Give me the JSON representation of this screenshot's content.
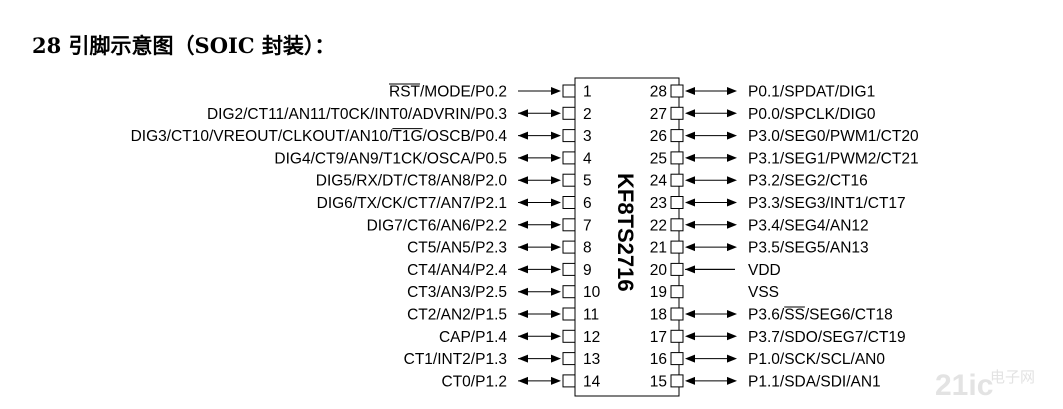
{
  "heading": "28 引脚示意图（SOIC 封装）：",
  "chip_name": "KF8TS2716",
  "watermark": {
    "logo": "21ic",
    "text": "电子网"
  },
  "left_pins": [
    {
      "num": "1",
      "label": "RST/MODE/P0.2",
      "dir": "in"
    },
    {
      "num": "2",
      "label": "DIG2/CT11/AN11/T0CK/INT0/ADVRIN/P0.3",
      "dir": "bi"
    },
    {
      "num": "3",
      "label": "DIG3/CT10/VREOUT/CLKOUT/AN10/T1G/OSCB/P0.4",
      "dir": "bi"
    },
    {
      "num": "4",
      "label": "DIG4/CT9/AN9/T1CK/OSCA/P0.5",
      "dir": "bi"
    },
    {
      "num": "5",
      "label": "DIG5/RX/DT/CT8/AN8/P2.0",
      "dir": "bi"
    },
    {
      "num": "6",
      "label": "DIG6/TX/CK/CT7/AN7/P2.1",
      "dir": "bi"
    },
    {
      "num": "7",
      "label": "DIG7/CT6/AN6/P2.2",
      "dir": "bi"
    },
    {
      "num": "8",
      "label": "CT5/AN5/P2.3",
      "dir": "bi"
    },
    {
      "num": "9",
      "label": "CT4/AN4/P2.4",
      "dir": "bi"
    },
    {
      "num": "10",
      "label": "CT3/AN3/P2.5",
      "dir": "bi"
    },
    {
      "num": "11",
      "label": "CT2/AN2/P1.5",
      "dir": "bi"
    },
    {
      "num": "12",
      "label": "CAP/P1.4",
      "dir": "bi"
    },
    {
      "num": "13",
      "label": "CT1/INT2/P1.3",
      "dir": "bi"
    },
    {
      "num": "14",
      "label": "CT0/P1.2",
      "dir": "bi"
    }
  ],
  "right_pins": [
    {
      "num": "28",
      "label": "P0.1/SPDAT/DIG1",
      "dir": "bi"
    },
    {
      "num": "27",
      "label": "P0.0/SPCLK/DIG0",
      "dir": "bi"
    },
    {
      "num": "26",
      "label": "P3.0/SEG0/PWM1/CT20",
      "dir": "bi"
    },
    {
      "num": "25",
      "label": "P3.1/SEG1/PWM2/CT21",
      "dir": "bi"
    },
    {
      "num": "24",
      "label": "P3.2/SEG2/CT16",
      "dir": "bi"
    },
    {
      "num": "23",
      "label": "P3.3/SEG3/INT1/CT17",
      "dir": "bi"
    },
    {
      "num": "22",
      "label": "P3.4/SEG4/AN12",
      "dir": "bi"
    },
    {
      "num": "21",
      "label": "P3.5/SEG5/AN13",
      "dir": "bi"
    },
    {
      "num": "20",
      "label": "VDD",
      "dir": "in"
    },
    {
      "num": "19",
      "label": "VSS",
      "dir": "none"
    },
    {
      "num": "18",
      "label": "P3.6/SS/SEG6/CT18",
      "dir": "bi"
    },
    {
      "num": "17",
      "label": "P3.7/SDO/SEG7/CT19",
      "dir": "bi"
    },
    {
      "num": "16",
      "label": "P1.0/SCK/SCL/AN0",
      "dir": "bi"
    },
    {
      "num": "15",
      "label": "P1.1/SDA/SDI/AN1",
      "dir": "bi"
    }
  ],
  "overlines": [
    {
      "side": "left",
      "index": 0,
      "text": "RST"
    },
    {
      "side": "left",
      "index": 2,
      "text": "T1G"
    },
    {
      "side": "right",
      "index": 10,
      "text": "SS"
    }
  ]
}
